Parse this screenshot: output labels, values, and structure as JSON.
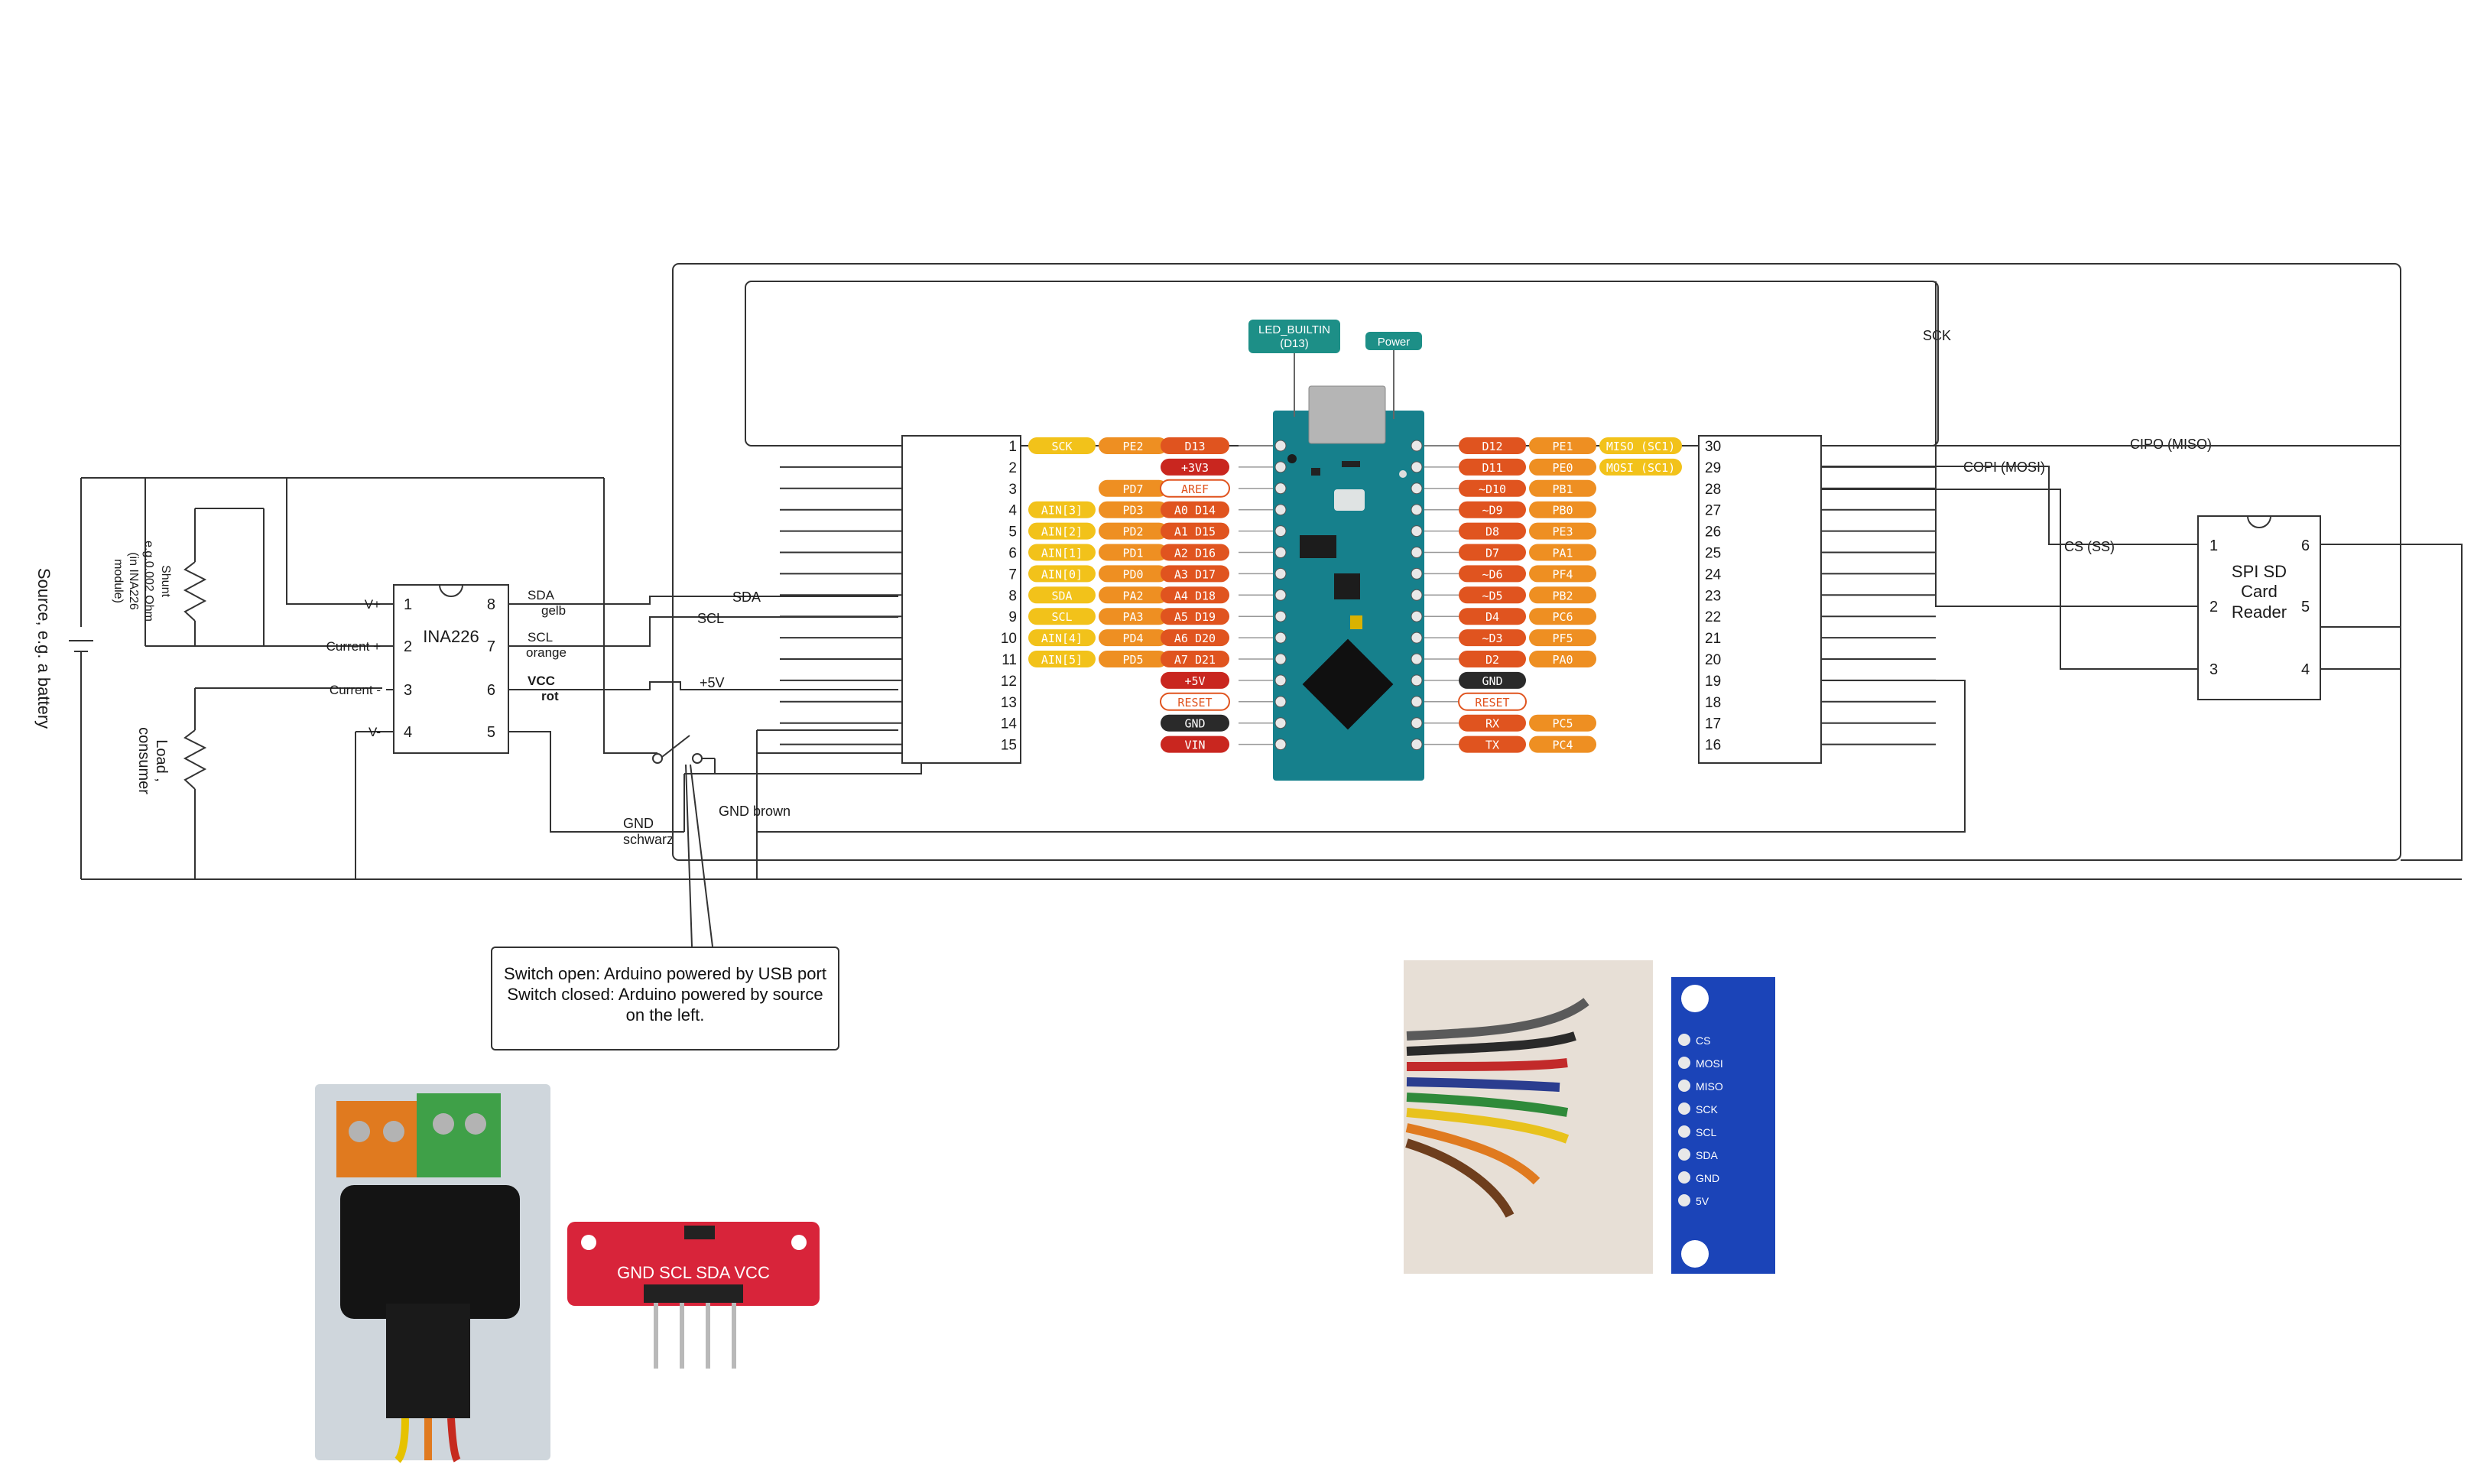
{
  "source": {
    "label_lines": [
      "Source, e.g. a battery"
    ]
  },
  "shunt": {
    "label_lines": [
      "Shunt",
      "e.g.0.002 Ohm",
      "(in INA226",
      "module)"
    ]
  },
  "load": {
    "label_lines": [
      "Load ,",
      "consumer"
    ]
  },
  "ina226": {
    "name": "INA226",
    "left_pins": [
      {
        "num": "1",
        "label": "V+"
      },
      {
        "num": "2",
        "label": "Current +"
      },
      {
        "num": "3",
        "label": "Current -"
      },
      {
        "num": "4",
        "label": "V-"
      }
    ],
    "right_pins": [
      {
        "num": "8",
        "label": "SDA",
        "sub": "gelb"
      },
      {
        "num": "7",
        "label": "SCL",
        "sub": "orange"
      },
      {
        "num": "6",
        "label": "VCC",
        "sub": "rot"
      },
      {
        "num": "5",
        "label": "",
        "sub": ""
      }
    ]
  },
  "wires": {
    "sda": "SDA",
    "scl": "SCL",
    "v5": "+5V",
    "gnd_schwarz": [
      "GND",
      "schwarz"
    ],
    "gnd_brown": "GND brown",
    "sck": "SCK",
    "copi": "COPI (MOSI)",
    "cipo": "CIPO (MISO)",
    "cs": "CS (SS)"
  },
  "arduino": {
    "left_nums": [
      "1",
      "2",
      "3",
      "4",
      "5",
      "6",
      "7",
      "8",
      "9",
      "10",
      "11",
      "12",
      "13",
      "14",
      "15"
    ],
    "right_nums": [
      "30",
      "29",
      "28",
      "27",
      "26",
      "25",
      "24",
      "23",
      "22",
      "21",
      "20",
      "19",
      "18",
      "17",
      "16"
    ],
    "top_labels": [
      "LED_BUILTIN",
      "(D13)",
      "Power"
    ],
    "left_rows": [
      [
        "SCK",
        "PE2",
        "D13"
      ],
      [
        "",
        "",
        "+3V3"
      ],
      [
        "",
        "PD7",
        "AREF"
      ],
      [
        "AIN[3]",
        "PD3",
        "A0 D14"
      ],
      [
        "AIN[2]",
        "PD2",
        "A1 D15"
      ],
      [
        "AIN[1]",
        "PD1",
        "A2 D16"
      ],
      [
        "AIN[0]",
        "PD0",
        "A3 D17"
      ],
      [
        "SDA",
        "PA2",
        "A4 D18"
      ],
      [
        "SCL",
        "PA3",
        "A5 D19"
      ],
      [
        "AIN[4]",
        "PD4",
        "A6 D20"
      ],
      [
        "AIN[5]",
        "PD5",
        "A7 D21"
      ],
      [
        "",
        "",
        "+5V"
      ],
      [
        "",
        "",
        "RESET"
      ],
      [
        "",
        "",
        "GND"
      ],
      [
        "",
        "",
        "VIN"
      ]
    ],
    "right_rows": [
      [
        "D12",
        "PE1",
        "MISO (SC1)"
      ],
      [
        "D11",
        "PE0",
        "MOSI (SC1)"
      ],
      [
        "~D10",
        "PB1",
        ""
      ],
      [
        "~D9",
        "PB0",
        ""
      ],
      [
        "D8",
        "PE3",
        ""
      ],
      [
        "D7",
        "PA1",
        ""
      ],
      [
        "~D6",
        "PF4",
        ""
      ],
      [
        "~D5",
        "PB2",
        ""
      ],
      [
        "D4",
        "PC6",
        ""
      ],
      [
        "~D3",
        "PF5",
        ""
      ],
      [
        "D2",
        "PA0",
        ""
      ],
      [
        "GND",
        "",
        ""
      ],
      [
        "RESET",
        "",
        ""
      ],
      [
        "RX",
        "PC5",
        ""
      ],
      [
        "TX",
        "PC4",
        ""
      ]
    ]
  },
  "sd": {
    "label_lines": [
      "SPI SD",
      "Card",
      "Reader"
    ],
    "left_pins": [
      "1",
      "2",
      "3"
    ],
    "right_pins": [
      "6",
      "5",
      "4"
    ]
  },
  "note": {
    "lines": [
      "Switch open: Arduino powered by USB port",
      "Switch closed: Arduino powered by source",
      "on the left."
    ]
  },
  "breakout_ina": {
    "pins_label": "GND SCL SDA VCC"
  },
  "breakout_sd": {
    "pins": [
      "CS",
      "MOSI",
      "MISO",
      "SCK",
      "SCL",
      "SDA",
      "GND",
      "5V"
    ]
  },
  "colors": {
    "yellow": "#f2c21a",
    "orange": "#ee8f22",
    "red_orange": "#e0541f",
    "red": "#c9261f",
    "dark": "#2a2a2a",
    "teal": "#1d8f87",
    "board": "#16808c"
  }
}
